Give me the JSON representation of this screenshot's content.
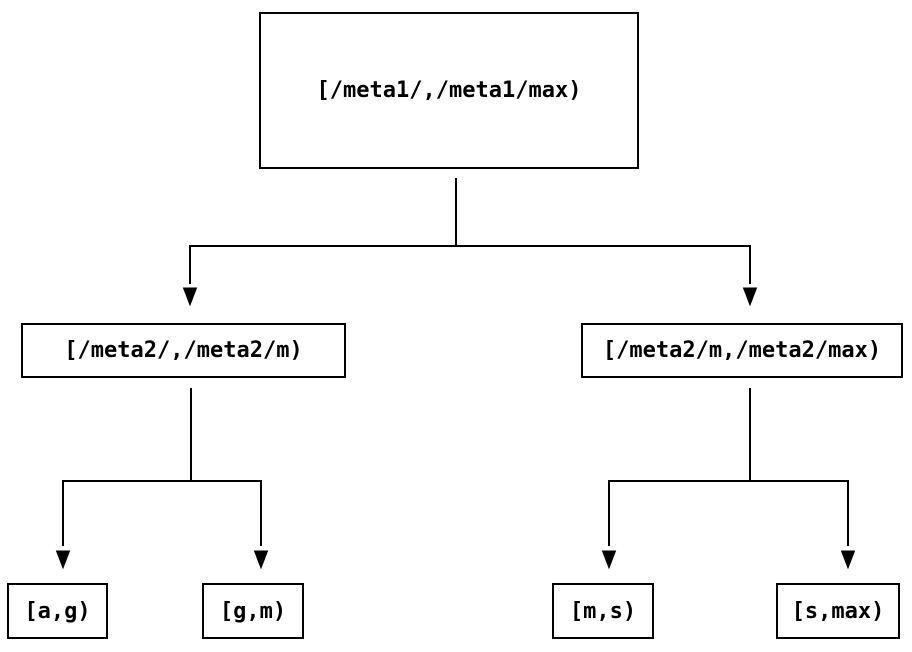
{
  "diagram": {
    "type": "tree",
    "colors": {
      "background": "#ffffff",
      "line": "#000000",
      "text": "#000000"
    },
    "nodes": {
      "root": {
        "label": "[/meta1/,/meta1/max)"
      },
      "meta2_low": {
        "label": "[/meta2/,/meta2/m)"
      },
      "meta2_high": {
        "label": "[/meta2/m,/meta2/max)"
      },
      "leaf_a_g": {
        "label": "[a,g)"
      },
      "leaf_g_m": {
        "label": "[g,m)"
      },
      "leaf_m_s": {
        "label": "[m,s)"
      },
      "leaf_s_max": {
        "label": "[s,max)"
      }
    },
    "edges": [
      {
        "from": "root",
        "to": "meta2_low"
      },
      {
        "from": "root",
        "to": "meta2_high"
      },
      {
        "from": "meta2_low",
        "to": "leaf_a_g"
      },
      {
        "from": "meta2_low",
        "to": "leaf_g_m"
      },
      {
        "from": "meta2_high",
        "to": "leaf_m_s"
      },
      {
        "from": "meta2_high",
        "to": "leaf_s_max"
      }
    ]
  }
}
